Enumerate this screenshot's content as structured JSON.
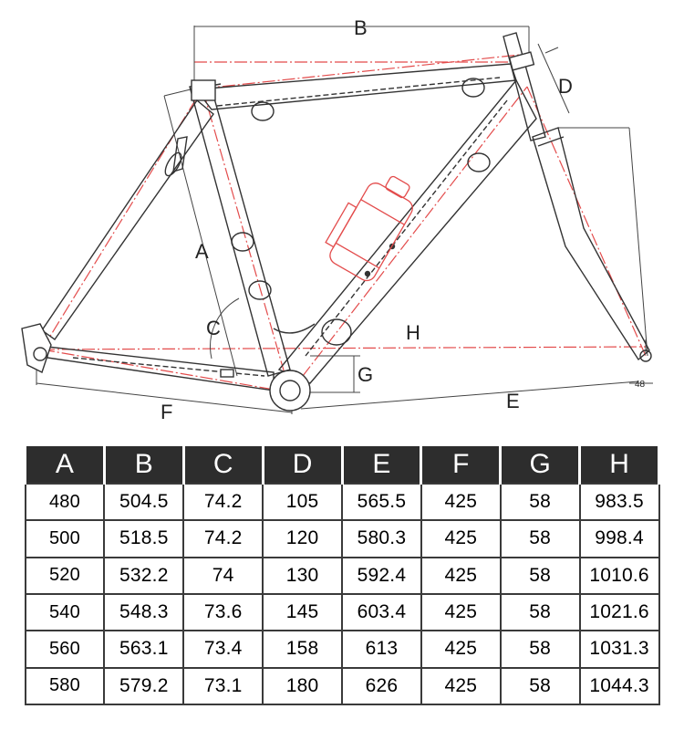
{
  "diagram": {
    "labels": {
      "a": "A",
      "b": "B",
      "c": "C",
      "d": "D",
      "e": "E",
      "f": "F",
      "g": "G",
      "h": "H",
      "fork_small": "48"
    },
    "colors": {
      "frame_line": "#333333",
      "reference_line": "#e34b4b",
      "bottle": "#e34b4b",
      "dimension_line": "#444444"
    }
  },
  "table": {
    "headers": [
      "A",
      "B",
      "C",
      "D",
      "E",
      "F",
      "G",
      "H"
    ],
    "rows": [
      [
        "480",
        "504.5",
        "74.2",
        "105",
        "565.5",
        "425",
        "58",
        "983.5"
      ],
      [
        "500",
        "518.5",
        "74.2",
        "120",
        "580.3",
        "425",
        "58",
        "998.4"
      ],
      [
        "520",
        "532.2",
        "74",
        "130",
        "592.4",
        "425",
        "58",
        "1010.6"
      ],
      [
        "540",
        "548.3",
        "73.6",
        "145",
        "603.4",
        "425",
        "58",
        "1021.6"
      ],
      [
        "560",
        "563.1",
        "73.4",
        "158",
        "613",
        "425",
        "58",
        "1031.3"
      ],
      [
        "580",
        "579.2",
        "73.1",
        "180",
        "626",
        "425",
        "58",
        "1044.3"
      ]
    ]
  }
}
